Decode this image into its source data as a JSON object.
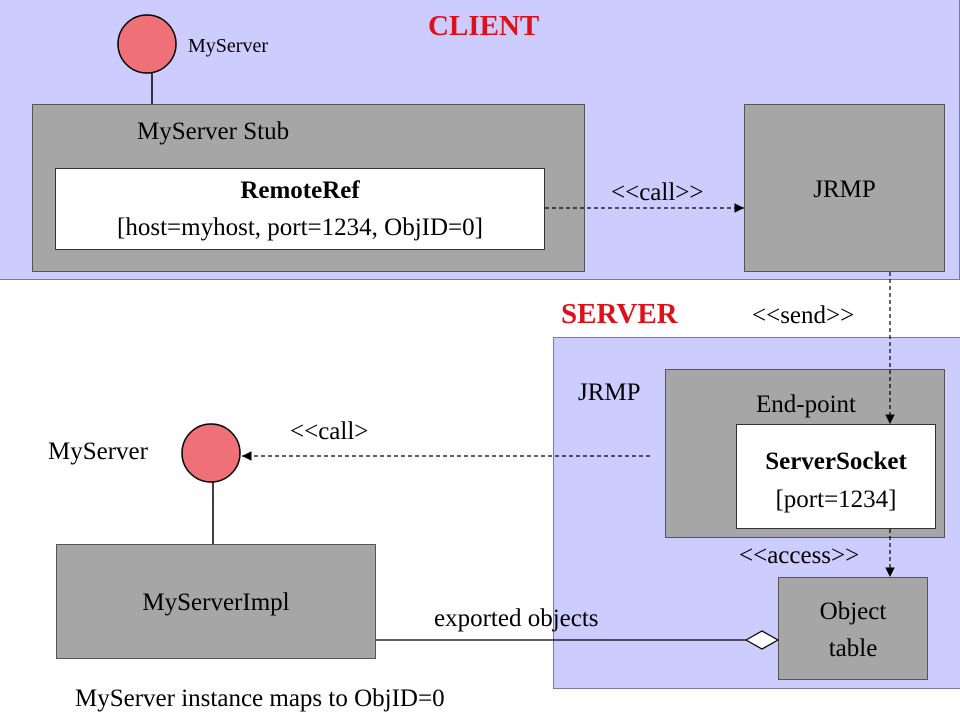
{
  "client": {
    "title": "CLIENT",
    "interface_label": "MyServer",
    "stub_label": "MyServer Stub",
    "remote_ref": {
      "title": "RemoteRef",
      "details": "[host=myhost,  port=1234, ObjID=0]"
    },
    "jrmp_label": "JRMP",
    "call_stereotype": "<<call>>"
  },
  "server": {
    "title": "SERVER",
    "send_stereotype": "<<send>>",
    "jrmp_label": "JRMP",
    "endpoint_label": "End-point",
    "server_socket": {
      "title": "ServerSocket",
      "details": "[port=1234]"
    },
    "access_stereotype": "<<access>>",
    "object_table": {
      "line1": "Object",
      "line2": "table"
    }
  },
  "local": {
    "interface_label": "MyServer",
    "call_stereotype": "<<call>",
    "impl_label": "MyServerImpl",
    "exported_label": "exported   objects",
    "footnote": "MyServer instance maps to ObjID=0"
  },
  "colors": {
    "region_fill": "#ccccff",
    "box_fill": "#a6a6a6",
    "interface_fill": "#f07078",
    "title_red": "#e0101a"
  }
}
